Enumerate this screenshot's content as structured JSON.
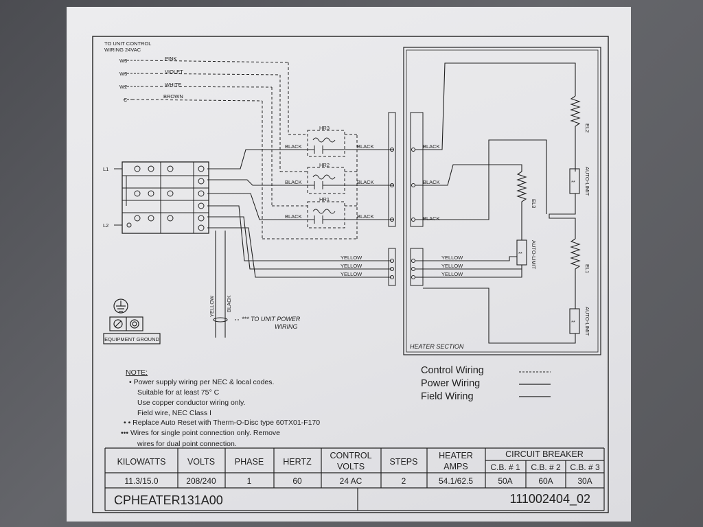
{
  "header": {
    "line1": "TO UNIT CONTROL",
    "line2": "WIRING  24VAC"
  },
  "thermostat_wires": [
    {
      "terminal": "W3",
      "color": "PINK"
    },
    {
      "terminal": "W3",
      "color": "VIOLET"
    },
    {
      "terminal": "W2",
      "color": "WHITE"
    },
    {
      "terminal": "C",
      "color": "BROWN"
    }
  ],
  "lines": {
    "l1": "L1",
    "l2": "L2"
  },
  "relays": [
    "HR3",
    "HR2",
    "HR1"
  ],
  "black_label": "BLACK",
  "yellow_label": "YELLOW",
  "field_wire_labels": {
    "yellow": "YELLOW",
    "black": "BLACK"
  },
  "power_note": "*** TO UNIT POWER",
  "power_note2": "WIRING",
  "ground_label": "EQUIPMENT GROUND",
  "heater": {
    "section_label": "HEATER SECTION",
    "elements": [
      "EL2",
      "EL3",
      "EL1"
    ],
    "limit_label": "AUTO-LIMIT",
    "limit_mark": "**"
  },
  "note": {
    "title": "NOTE:",
    "lines": [
      "• Power supply wiring per NEC & local codes.",
      "Suitable for at least 75° C",
      "Use copper conductor wiring only.",
      "Field wire, NEC Class I",
      "• • Replace Auto Reset with Therm-O-Disc type 60TX01-F170",
      "••• Wires for single point connection only. Remove",
      "wires for dual point connection."
    ]
  },
  "legend": {
    "control": "Control Wiring",
    "power": "Power Wiring",
    "field": "Field Wiring"
  },
  "table": {
    "headers": {
      "kilowatts": "KILOWATTS",
      "volts": "VOLTS",
      "phase": "PHASE",
      "hertz": "HERTZ",
      "control_volts_1": "CONTROL",
      "control_volts_2": "VOLTS",
      "steps": "STEPS",
      "heater_amps_1": "HEATER",
      "heater_amps_2": "AMPS",
      "circuit_breaker": "CIRCUIT BREAKER",
      "cb1": "C.B. # 1",
      "cb2": "C.B. # 2",
      "cb3": "C.B. # 3"
    },
    "row": {
      "kilowatts": "11.3/15.0",
      "volts": "208/240",
      "phase": "1",
      "hertz": "60",
      "control_volts": "24 AC",
      "steps": "2",
      "heater_amps": "54.1/62.5",
      "cb1": "50A",
      "cb2": "60A",
      "cb3": "30A"
    }
  },
  "footer": {
    "model": "CPHEATER131A00",
    "part_number": "111002404_02"
  }
}
